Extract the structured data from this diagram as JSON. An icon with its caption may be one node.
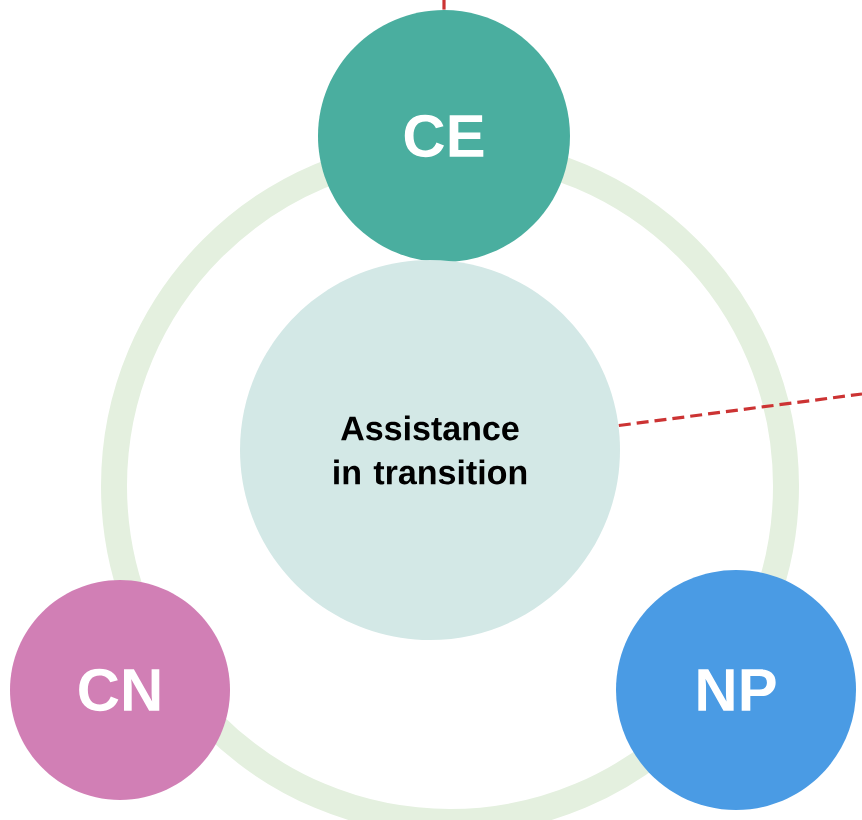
{
  "diagram": {
    "nodes": [
      {
        "text": [
          "CE"
        ]
      },
      {
        "text": [
          "Assistance in transition"
        ]
      },
      {
        "text": [
          "CN"
        ]
      },
      {
        "text": [
          "NP"
        ]
      }
    ],
    "edges": [
      {
        "from": null,
        "to": 0,
        "arrow": "none",
        "style": "dashed",
        "color": "#cc3333"
      },
      {
        "from": 1,
        "to": null,
        "arrow": "none",
        "style": "dashed",
        "color": "#cc3333"
      }
    ]
  }
}
